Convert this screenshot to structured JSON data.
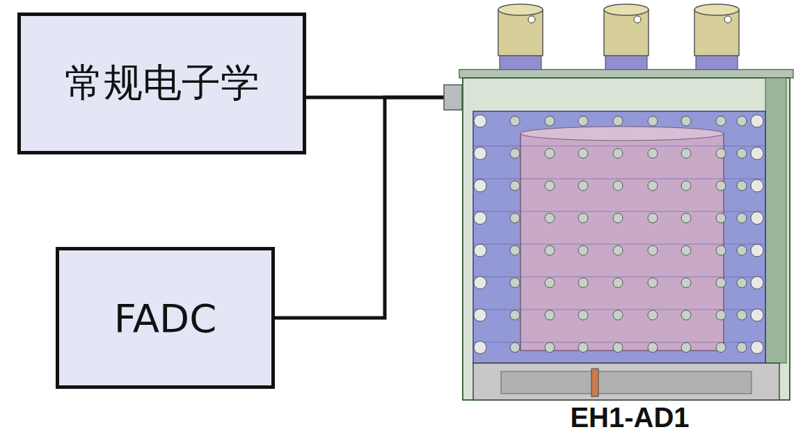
{
  "diagram": {
    "nodes": [
      {
        "text": [
          "常规电子学"
        ]
      },
      {
        "text": [
          "FADC"
        ]
      },
      {
        "text": [
          "EH1-AD1"
        ]
      }
    ],
    "edges": [
      {
        "from": 0,
        "to": 2,
        "arrow": "none"
      },
      {
        "from": 1,
        "to": 2,
        "arrow": "none"
      }
    ]
  }
}
